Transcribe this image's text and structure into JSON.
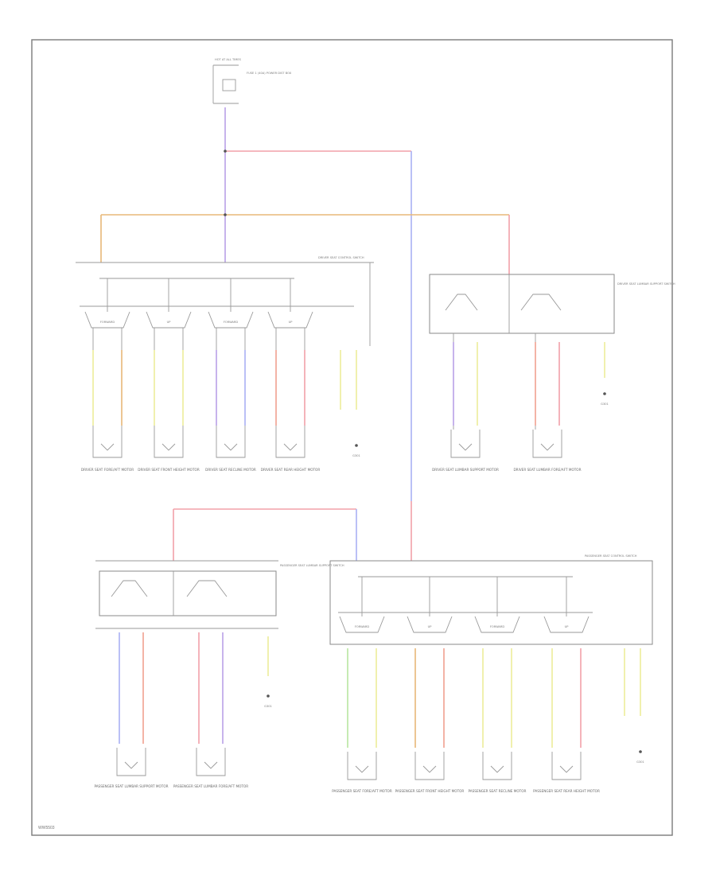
{
  "colors": {
    "pink": "#f2a0a8",
    "orange": "#e8b878",
    "violet": "#b9a0e8",
    "blue": "#a8b0f4",
    "yellow": "#ecec9a",
    "green": "#b8e6a0",
    "red": "#f0a090",
    "gray": "#9a9a9a"
  },
  "footer": {
    "code": "WW5503"
  },
  "fuse": {
    "label": "HOT AT ALL TIMES",
    "desc": "FUSE 1 (40A) POWER DIST BOX"
  },
  "modules": {
    "driver_switch": {
      "title": "DRIVER SEAT CONTROL SWITCH"
    },
    "driver_lumbar": {
      "title": "DRIVER SEAT LUMBAR SUPPORT SWITCH"
    },
    "passenger_lumbar": {
      "title": "PASSENGER SEAT LUMBAR SUPPORT SWITCH"
    },
    "passenger_switch": {
      "title": "PASSENGER SEAT CONTROL SWITCH"
    }
  },
  "motors": {
    "driver": [
      "DRIVER SEAT FORE/AFT MOTOR",
      "DRIVER SEAT FRONT HEIGHT MOTOR",
      "DRIVER SEAT RECLINE MOTOR",
      "DRIVER SEAT REAR HEIGHT MOTOR"
    ],
    "driver_lumbar": [
      "DRIVER SEAT LUMBAR SUPPORT MOTOR",
      "DRIVER SEAT LUMBAR FORE/AFT MOTOR"
    ],
    "passenger_lumbar": [
      "PASSENGER SEAT LUMBAR SUPPORT MOTOR",
      "PASSENGER SEAT LUMBAR FORE/AFT MOTOR"
    ],
    "passenger": [
      "PASSENGER SEAT FORE/AFT MOTOR",
      "PASSENGER SEAT FRONT HEIGHT MOTOR",
      "PASSENGER SEAT RECLINE MOTOR",
      "PASSENGER SEAT REAR HEIGHT MOTOR"
    ]
  },
  "switch_labels": [
    "FORWARD",
    "UP",
    "FORWARD",
    "UP"
  ],
  "ground_label": "G301"
}
